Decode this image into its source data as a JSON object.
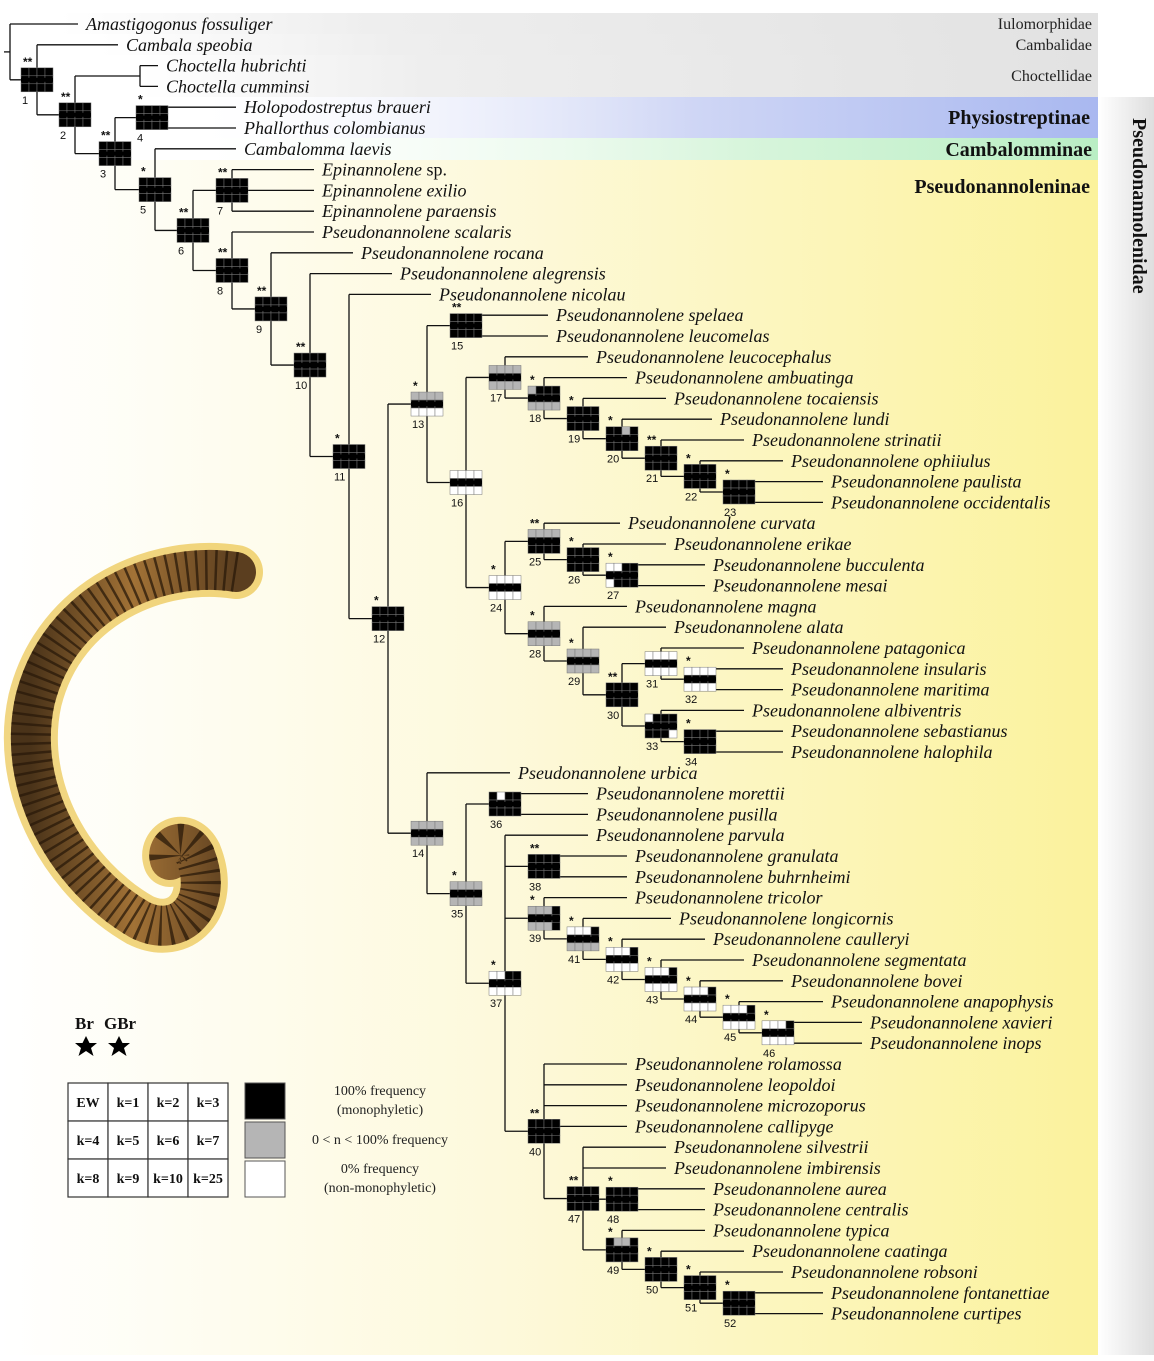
{
  "taxa": [
    {
      "leaf": "amastigogonus",
      "name": "Amastigogonus fossuliger"
    },
    {
      "leaf": "cambala",
      "name": "Cambala speobia"
    },
    {
      "leaf": "choctella_h",
      "name": "Choctella hubrichti"
    },
    {
      "leaf": "choctella_c",
      "name": "Choctella cumminsi"
    },
    {
      "leaf": "holopodostreptus",
      "name": "Holopodostreptus braueri"
    },
    {
      "leaf": "phallorthus",
      "name": "Phallorthus colombianus"
    },
    {
      "leaf": "cambalomma",
      "name": "Cambalomma laevis"
    },
    {
      "leaf": "epin_sp",
      "name": "Epinannolene",
      "suffix": "sp."
    },
    {
      "leaf": "epin_exilio",
      "name": "Epinannolene exilio"
    },
    {
      "leaf": "epin_par",
      "name": "Epinannolene paraensis"
    },
    {
      "leaf": "scalaris",
      "name": "Pseudonannolene scalaris"
    },
    {
      "leaf": "rocana",
      "name": "Pseudonannolene rocana"
    },
    {
      "leaf": "alegrensis",
      "name": "Pseudonannolene alegrensis"
    },
    {
      "leaf": "nicolau",
      "name": "Pseudonannolene nicolau"
    },
    {
      "leaf": "spelaea",
      "name": "Pseudonannolene spelaea"
    },
    {
      "leaf": "leucomelas",
      "name": "Pseudonannolene leucomelas"
    },
    {
      "leaf": "leucocephalus",
      "name": "Pseudonannolene leucocephalus"
    },
    {
      "leaf": "ambuatinga",
      "name": "Pseudonannolene ambuatinga"
    },
    {
      "leaf": "tocaiensis",
      "name": "Pseudonannolene tocaiensis"
    },
    {
      "leaf": "lundi",
      "name": "Pseudonannolene lundi"
    },
    {
      "leaf": "strinatii",
      "name": "Pseudonannolene strinatii"
    },
    {
      "leaf": "ophiiulus",
      "name": "Pseudonannolene ophiiulus"
    },
    {
      "leaf": "paulista",
      "name": "Pseudonannolene paulista"
    },
    {
      "leaf": "occidentalis",
      "name": "Pseudonannolene occidentalis"
    },
    {
      "leaf": "curvata",
      "name": "Pseudonannolene curvata"
    },
    {
      "leaf": "erikae",
      "name": "Pseudonannolene erikae"
    },
    {
      "leaf": "bucculenta",
      "name": "Pseudonannolene bucculenta"
    },
    {
      "leaf": "mesai",
      "name": "Pseudonannolene mesai"
    },
    {
      "leaf": "magna",
      "name": "Pseudonannolene magna"
    },
    {
      "leaf": "alata",
      "name": "Pseudonannolene alata"
    },
    {
      "leaf": "patagonica",
      "name": "Pseudonannolene patagonica"
    },
    {
      "leaf": "insularis",
      "name": "Pseudonannolene insularis"
    },
    {
      "leaf": "maritima",
      "name": "Pseudonannolene maritima"
    },
    {
      "leaf": "albiventris",
      "name": "Pseudonannolene albiventris"
    },
    {
      "leaf": "sebastianus",
      "name": "Pseudonannolene sebastianus"
    },
    {
      "leaf": "halophila",
      "name": "Pseudonannolene halophila"
    },
    {
      "leaf": "urbica",
      "name": "Pseudonannolene urbica"
    },
    {
      "leaf": "morettii",
      "name": "Pseudonannolene morettii"
    },
    {
      "leaf": "pusilla",
      "name": "Pseudonannolene pusilla"
    },
    {
      "leaf": "parvula",
      "name": "Pseudonannolene parvula"
    },
    {
      "leaf": "granulata",
      "name": "Pseudonannolene granulata"
    },
    {
      "leaf": "buhrnheimi",
      "name": "Pseudonannolene buhrnheimi"
    },
    {
      "leaf": "tricolor",
      "name": "Pseudonannolene tricolor"
    },
    {
      "leaf": "longicornis",
      "name": "Pseudonannolene longicornis"
    },
    {
      "leaf": "caulleryi",
      "name": "Pseudonannolene caulleryi"
    },
    {
      "leaf": "segmentata",
      "name": "Pseudonannolene segmentata"
    },
    {
      "leaf": "bovei",
      "name": "Pseudonannolene bovei"
    },
    {
      "leaf": "anapophysis",
      "name": "Pseudonannolene anapophysis"
    },
    {
      "leaf": "xavieri",
      "name": "Pseudonannolene xavieri"
    },
    {
      "leaf": "inops",
      "name": "Pseudonannolene inops"
    },
    {
      "leaf": "rolamossa",
      "name": "Pseudonannolene rolamossa"
    },
    {
      "leaf": "leopoldoi",
      "name": "Pseudonannolene leopoldoi"
    },
    {
      "leaf": "microzoporus",
      "name": "Pseudonannolene microzoporus"
    },
    {
      "leaf": "callipyge",
      "name": "Pseudonannolene callipyge"
    },
    {
      "leaf": "silvestrii",
      "name": "Pseudonannolene silvestrii"
    },
    {
      "leaf": "imbirensis",
      "name": "Pseudonannolene imbirensis"
    },
    {
      "leaf": "aurea",
      "name": "Pseudonannolene aurea"
    },
    {
      "leaf": "centralis",
      "name": "Pseudonannolene centralis"
    },
    {
      "leaf": "typica",
      "name": "Pseudonannolene typica"
    },
    {
      "leaf": "caatinga",
      "name": "Pseudonannolene caatinga"
    },
    {
      "leaf": "robsoni",
      "name": "Pseudonannolene robsoni"
    },
    {
      "leaf": "fontanettiae",
      "name": "Pseudonannolene fontanettiae"
    },
    {
      "leaf": "curtipes",
      "name": "Pseudonannolene curtipes"
    }
  ],
  "nodes": [
    {
      "id": 1,
      "children": [
        "cambala",
        "n2"
      ],
      "stars": "**",
      "pattern": "bbbbbbbbbbbb"
    },
    {
      "id": 2,
      "children": [
        "choctella",
        "n3"
      ],
      "stars": "**",
      "pattern": "bbbbbbbbbbbb"
    },
    {
      "id": 3,
      "children": [
        "n4",
        "n5"
      ],
      "stars": "**",
      "pattern": "bbbbbbbbbbbb"
    },
    {
      "id": 4,
      "children": [
        "holopodostreptus",
        "phallorthus"
      ],
      "stars": "*",
      "pattern": "bbbbbbbbbbbb"
    },
    {
      "id": 5,
      "children": [
        "cambalomma",
        "n6"
      ],
      "stars": "*",
      "pattern": "bbbbbbbbbbbb"
    },
    {
      "id": 6,
      "children": [
        "n7",
        "n8"
      ],
      "stars": "**",
      "pattern": "bbbbbbbbbbbb"
    },
    {
      "id": 7,
      "children": [
        "epin_sp",
        "epin_exilio",
        "epin_par"
      ],
      "stars": "**",
      "pattern": "bbbbbbbbbbbb"
    },
    {
      "id": 8,
      "children": [
        "scalaris",
        "n9"
      ],
      "stars": "**",
      "pattern": "bbbbbbbbbbbb"
    },
    {
      "id": 9,
      "children": [
        "rocana",
        "n10"
      ],
      "stars": "**",
      "pattern": "bbbbbbbbbbbb"
    },
    {
      "id": 10,
      "children": [
        "alegrensis",
        "n11"
      ],
      "stars": "**",
      "pattern": "bbbbbbbbbbbb"
    },
    {
      "id": 11,
      "children": [
        "nicolau",
        "n12"
      ],
      "stars": "*",
      "pattern": "bbbbbbbbbbbb"
    },
    {
      "id": 12,
      "children": [
        "n13",
        "n14"
      ],
      "stars": "*",
      "pattern": "bbbbbbbbbbbb"
    },
    {
      "id": 13,
      "children": [
        "n15",
        "n16"
      ],
      "stars": "*",
      "pattern": "ggggbbbbwwww"
    },
    {
      "id": 14,
      "children": [
        "urbica",
        "n35"
      ],
      "stars": "",
      "pattern": "ggggbbbbgggg"
    },
    {
      "id": 15,
      "children": [
        "spelaea",
        "leucomelas"
      ],
      "stars": "**",
      "pattern": "bbbbbbbbbbbb"
    },
    {
      "id": 16,
      "children": [
        "n17",
        "n24"
      ],
      "stars": "",
      "pattern": "wwwwbbbbwwww"
    },
    {
      "id": 17,
      "children": [
        "leucocephalus",
        "n18"
      ],
      "stars": "",
      "pattern": "ggggbbbbgggg"
    },
    {
      "id": 18,
      "children": [
        "ambuatinga",
        "n19"
      ],
      "stars": "*",
      "pattern": "gbbbbbbbgggg"
    },
    {
      "id": 19,
      "children": [
        "tocaiensis",
        "n20"
      ],
      "stars": "*",
      "pattern": "bbbbbbbbbbbb"
    },
    {
      "id": 20,
      "children": [
        "lundi",
        "n21"
      ],
      "stars": "*",
      "pattern": "bbgbbbbbbbbb"
    },
    {
      "id": 21,
      "children": [
        "strinatii",
        "n22"
      ],
      "stars": "**",
      "pattern": "bbbbbbbbbbbb"
    },
    {
      "id": 22,
      "children": [
        "ophiiulus",
        "n23"
      ],
      "stars": "*",
      "pattern": "bbbbbbbbbbbb"
    },
    {
      "id": 23,
      "children": [
        "paulista",
        "occidentalis"
      ],
      "stars": "*",
      "pattern": "bbbbbbbbbbbb"
    },
    {
      "id": 24,
      "children": [
        "n25",
        "n28"
      ],
      "stars": "*",
      "pattern": "wwwwbbbbwwww"
    },
    {
      "id": 25,
      "children": [
        "curvata",
        "n26"
      ],
      "stars": "**",
      "pattern": "ggggbbbbbbbb"
    },
    {
      "id": 26,
      "children": [
        "erikae",
        "n27"
      ],
      "stars": "*",
      "pattern": "bbbbbbbbbbbb"
    },
    {
      "id": 27,
      "children": [
        "bucculenta",
        "mesai"
      ],
      "stars": "*",
      "pattern": "wwbbbbbbwbbb"
    },
    {
      "id": 28,
      "children": [
        "magna",
        "n29"
      ],
      "stars": "*",
      "pattern": "ggggbbbbgggg"
    },
    {
      "id": 29,
      "children": [
        "alata",
        "n30"
      ],
      "stars": "*",
      "pattern": "ggggbbbbgggg"
    },
    {
      "id": 30,
      "children": [
        "n31",
        "n33"
      ],
      "stars": "**",
      "pattern": "bbbbbbbbbbbb"
    },
    {
      "id": 31,
      "children": [
        "patagonica",
        "n32"
      ],
      "stars": "",
      "pattern": "wwwwbbbbwwww"
    },
    {
      "id": 32,
      "children": [
        "insularis",
        "maritima"
      ],
      "stars": "*",
      "pattern": "wwwwbbbbwwww"
    },
    {
      "id": 33,
      "children": [
        "albiventris",
        "n34"
      ],
      "stars": "",
      "pattern": "wbbbbbbbbbbw"
    },
    {
      "id": 34,
      "children": [
        "sebastianus",
        "halophila"
      ],
      "stars": "*",
      "pattern": "bbbbbbbbbbbb"
    },
    {
      "id": 35,
      "children": [
        "n36",
        "n37"
      ],
      "stars": "*",
      "pattern": "ggggbbbbgggg"
    },
    {
      "id": 36,
      "children": [
        "morettii",
        "pusilla"
      ],
      "stars": "",
      "pattern": "bwbbbbbbbbbb"
    },
    {
      "id": 37,
      "children": [
        "parvula",
        "n38",
        "n39",
        "n40"
      ],
      "stars": "*",
      "pattern": "wwbbbbbbwwww"
    },
    {
      "id": 38,
      "children": [
        "granulata",
        "buhrnheimi"
      ],
      "stars": "**",
      "pattern": "bbbbbbbbbbbb"
    },
    {
      "id": 39,
      "children": [
        "tricolor",
        "n41"
      ],
      "stars": "*",
      "pattern": "gggbbbbbgggb"
    },
    {
      "id": 40,
      "children": [
        "rolamossa",
        "leopoldoi",
        "microzoporus",
        "callipyge",
        "n47"
      ],
      "stars": "**",
      "pattern": "bbbbbbbbbbbb"
    },
    {
      "id": 41,
      "children": [
        "longicornis",
        "n42"
      ],
      "stars": "*",
      "pattern": "wwwbbbbbgggg"
    },
    {
      "id": 42,
      "children": [
        "caulleryi",
        "n43"
      ],
      "stars": "*",
      "pattern": "wwwbbbbbwwww"
    },
    {
      "id": 43,
      "children": [
        "segmentata",
        "n44"
      ],
      "stars": "*",
      "pattern": "wwwbbbbbwwww"
    },
    {
      "id": 44,
      "children": [
        "bovei",
        "n45"
      ],
      "stars": "*",
      "pattern": "wwwbbbbbwwww"
    },
    {
      "id": 45,
      "children": [
        "anapophysis",
        "n46"
      ],
      "stars": "*",
      "pattern": "wwwbbbbbwwww"
    },
    {
      "id": 46,
      "children": [
        "xavieri",
        "inops"
      ],
      "stars": "*",
      "pattern": "wwwbbbbbwwww"
    },
    {
      "id": 47,
      "children": [
        "silvestrii",
        "imbirensis",
        "n48",
        "n49"
      ],
      "stars": "**",
      "pattern": "bbbbbbbbbbbb"
    },
    {
      "id": 48,
      "children": [
        "aurea",
        "centralis"
      ],
      "stars": "*",
      "pattern": "bbbbbbbbbbbb"
    },
    {
      "id": 49,
      "children": [
        "typica",
        "n50"
      ],
      "stars": "*",
      "pattern": "bggbbbbbbbbb"
    },
    {
      "id": 50,
      "children": [
        "caatinga",
        "n51"
      ],
      "stars": "*",
      "pattern": "bbbbbbbbbbbb"
    },
    {
      "id": 51,
      "children": [
        "robsoni",
        "n52"
      ],
      "stars": "*",
      "pattern": "bbbbbbbbbbbb"
    },
    {
      "id": 52,
      "children": [
        "fontanettiae",
        "curtipes"
      ],
      "stars": "*",
      "pattern": "bbbbbbbbbbbb"
    }
  ],
  "families": [
    {
      "label": "Iulomorphidae",
      "color": "#e6e6e6"
    },
    {
      "label": "Cambalidae",
      "color": "#e6e6e6"
    },
    {
      "label": "Choctellidae",
      "color": "#e6e6e6"
    },
    {
      "label": "Physiostreptinae",
      "color": "#b7c3f2"
    },
    {
      "label": "Cambalomminae",
      "color": "#c9f2d0"
    },
    {
      "label": "Pseudonannoleninae",
      "color": "#fbf4b0"
    },
    {
      "label": "Pseudonannolenidae",
      "color": "#e8e8e8"
    }
  ],
  "legend": {
    "br_label": "Br",
    "gbr_label": "GBr",
    "k_cells": [
      "EW",
      "k=1",
      "k=2",
      "k=3",
      "k=4",
      "k=5",
      "k=6",
      "k=7",
      "k=8",
      "k=9",
      "k=10",
      "k=25"
    ],
    "key": [
      {
        "fill": "black",
        "line1": "100% frequency",
        "line2": "(monophyletic)"
      },
      {
        "fill": "gray",
        "line1": "0 < n < 100% frequency",
        "line2": ""
      },
      {
        "fill": "white",
        "line1": "0% frequency",
        "line2": "(non-monophyletic)"
      }
    ]
  },
  "colors": {
    "black": "#000000",
    "gray": "#b5b5b5",
    "white": "#ffffff",
    "branch": "#111111"
  }
}
